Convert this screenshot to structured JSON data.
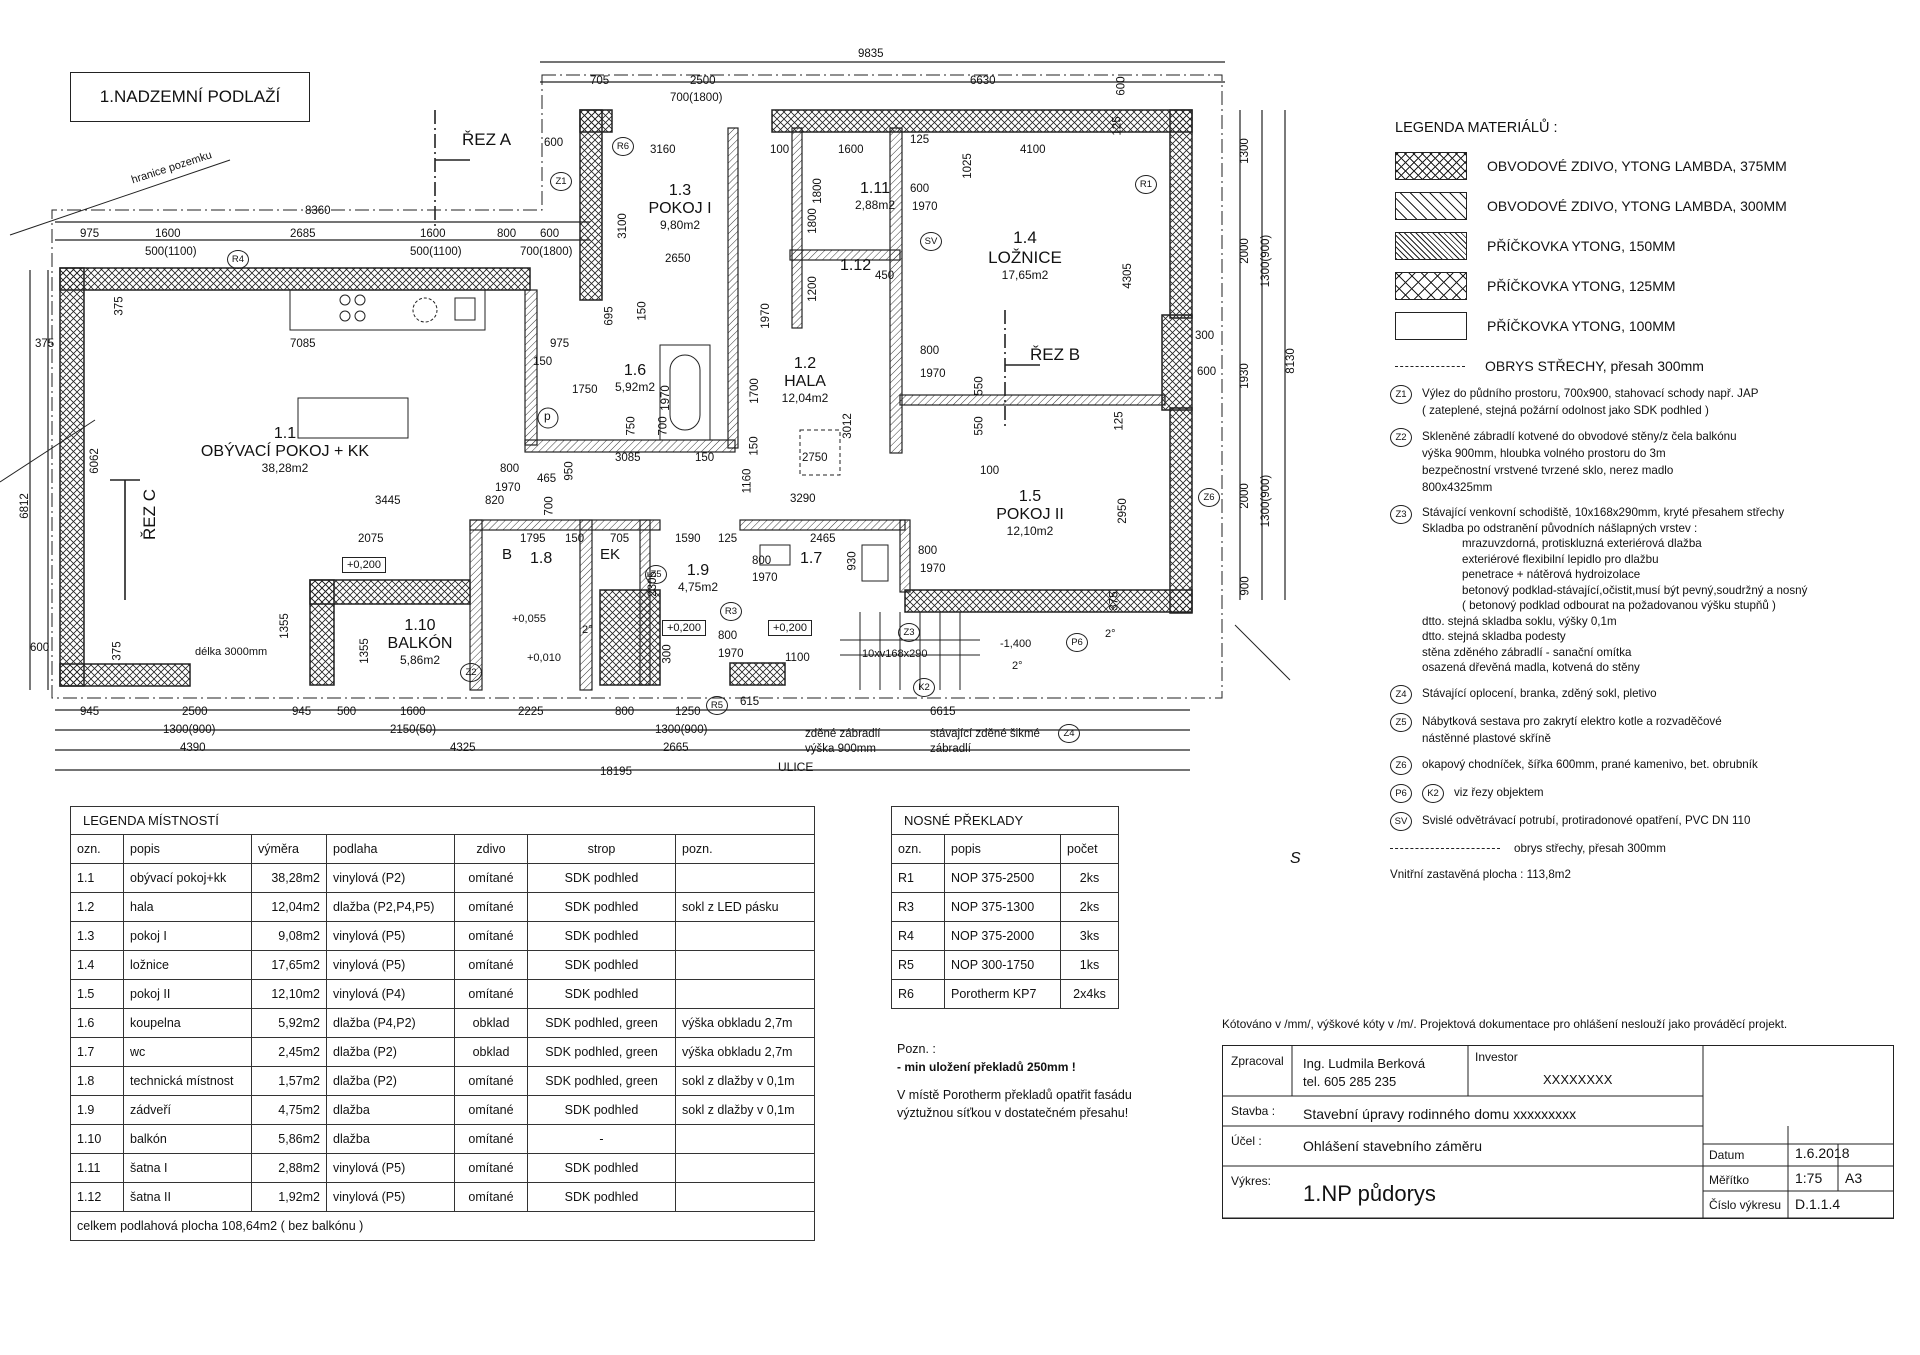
{
  "sheet_title": "1.NADZEMNÍ PODLAŽÍ",
  "plan": {
    "rooms": [
      {
        "num": "1.1",
        "name": "OBÝVACÍ POKOJ + KK",
        "area": "38,28m2"
      },
      {
        "num": "1.2",
        "name": "HALA",
        "area": "12,04m2"
      },
      {
        "num": "1.3",
        "name": "POKOJ I",
        "area": "9,80m2"
      },
      {
        "num": "1.4",
        "name": "LOŽNICE",
        "area": "17,65m2"
      },
      {
        "num": "1.5",
        "name": "POKOJ II",
        "area": "12,10m2"
      },
      {
        "num": "1.6",
        "name": "",
        "area": "5,92m2"
      },
      {
        "num": "1.7",
        "name": "",
        "area": ""
      },
      {
        "num": "1.8",
        "name": "",
        "area": ""
      },
      {
        "num": "1.9",
        "name": "",
        "area": "4,75m2"
      },
      {
        "num": "1.10",
        "name": "BALKÓN",
        "area": "5,86m2"
      },
      {
        "num": "1.11",
        "name": "",
        "area": "2,88m2"
      },
      {
        "num": "1.12",
        "name": "",
        "area": ""
      }
    ],
    "sections": {
      "a": "ŘEZ A",
      "b": "ŘEZ B",
      "c": "ŘEZ C"
    },
    "labels": {
      "hranice": "hranice pozemku",
      "ulice": "ULICE",
      "zabradli1": "zděné zábradlí",
      "zabradli1b": "výška 900mm",
      "zabradli2": "stávající zděné šikmé",
      "zabradli2b": "zábradlí",
      "stairs": "10xv168x290",
      "delka": "délka 3000mm",
      "lev_0200a": "+0,200",
      "lev_0200b": "+0,200",
      "lev_0200c": "+0,200",
      "lev_0055": "+0,055",
      "lev_0010": "+0,010",
      "lev_1400": "-1,400",
      "grade_a": "2°",
      "grade_b": "2°",
      "grade_c": "2°",
      "b": "B",
      "ek": "EK",
      "p": "p"
    },
    "dims_top": [
      "9835",
      "705",
      "2500",
      "6630",
      "700(1800)",
      "8360",
      "975",
      "1600",
      "2685",
      "1600",
      "800",
      "600",
      "500(1100)",
      "500(1100)",
      "700(1800)",
      "600",
      "3160",
      "100",
      "1600",
      "125",
      "4100",
      "3100",
      "2650",
      "1800",
      "600",
      "1970",
      "1025",
      "4305"
    ],
    "dims_bottom": [
      "945",
      "2500",
      "945",
      "500",
      "1600",
      "2225",
      "800",
      "1250",
      "615",
      "6615",
      "1300(900)",
      "2150(50)",
      "1300(900)",
      "4390",
      "4325",
      "2665",
      "18195"
    ],
    "dims_right": [
      "1300",
      "2000",
      "1300(900)",
      "1930",
      "8130",
      "2000",
      "1300(900)",
      "900",
      "300",
      "600"
    ],
    "dims_left": [
      "375",
      "6812",
      "6062",
      "600"
    ],
    "dims_inner": [
      "7085",
      "3445",
      "2075",
      "1795",
      "150",
      "705",
      "1590",
      "125",
      "2465",
      "3085",
      "150",
      "1750",
      "975",
      "3290",
      "2750",
      "3012",
      "1160",
      "800",
      "1970",
      "465",
      "820",
      "700",
      "1100",
      "1355",
      "1355",
      "2305",
      "300",
      "930",
      "950",
      "550",
      "550",
      "125",
      "800",
      "1970",
      "2950",
      "1200",
      "450",
      "695",
      "150",
      "1970",
      "150",
      "750",
      "700",
      "1970",
      "1700",
      "150",
      "800",
      "1970",
      "800",
      "1970",
      "800",
      "1970",
      "375",
      "375",
      "375",
      "125",
      "100",
      "600",
      "1800"
    ],
    "markers": [
      "Z1",
      "Z2",
      "Z3",
      "Z4",
      "Z5",
      "Z6",
      "R1",
      "R3",
      "R4",
      "R5",
      "R6",
      "P6",
      "K2",
      "SV"
    ]
  },
  "material_legend": {
    "title": "LEGENDA MATERIÁLŮ :",
    "items": [
      "OBVODOVÉ ZDIVO, YTONG LAMBDA, 375MM",
      "OBVODOVÉ ZDIVO, YTONG LAMBDA, 300MM",
      "PŘÍČKOVKA YTONG, 150MM",
      "PŘÍČKOVKA YTONG, 125MM",
      "PŘÍČKOVKA YTONG, 100MM",
      "OBRYS STŘECHY, přesah 300mm"
    ]
  },
  "notes": [
    {
      "tag": "Z1",
      "lines": [
        "Výlez do půdního prostoru, 700x900, stahovací schody např. JAP",
        "( zateplené, stejná požární odolnost jako SDK podhled )"
      ]
    },
    {
      "tag": "Z2",
      "lines": [
        "Skleněné zábradlí kotvené do obvodové stěny/z čela balkónu",
        "výška 900mm, hloubka volného prostoru do 3m",
        "bezpečnostní vrstvené tvrzené sklo, nerez madlo",
        "800x4325mm"
      ]
    },
    {
      "tag": "Z3",
      "lines": [
        "Stávající venkovní schodiště, 10x168x290mm, kryté přesahem střechy",
        "Skladba po odstranění původních nášlapných vrstev :",
        "mrazuvzdorná, protiskluzná exteriérová dlažba",
        "exteriérové flexibilní lepidlo pro dlažbu",
        "penetrace + nátěrová hydroizolace",
        "betonový podklad-stávající,očistit,musí být pevný,soudržný a nosný",
        "( betonový podklad odbourat na požadovanou výšku stupňů )",
        "dtto. stejná skladba soklu, výšky 0,1m",
        "dtto. stejná skladba podesty",
        "stěna zděného zábradlí - sanační omítka",
        "osazená dřevěná madla, kotvená do stěny"
      ]
    },
    {
      "tag": "Z4",
      "lines": [
        "Stávající oplocení, branka, zděný sokl, pletivo"
      ]
    },
    {
      "tag": "Z5",
      "lines": [
        "Nábytková sestava pro zakrytí elektro kotle a rozvaděčové",
        "nástěnné plastové skříně"
      ]
    },
    {
      "tag": "Z6",
      "lines": [
        "okapový chodníček, šířka 600mm, prané kamenivo, bet. obrubník"
      ]
    },
    {
      "tag": "P6",
      "tag2": "K2",
      "lines": [
        "viz řezy objektem"
      ]
    },
    {
      "tag": "SV",
      "lines": [
        "Svislé odvětrávací potrubí, protiradonové opatření, PVC DN 110"
      ]
    },
    {
      "tag": "",
      "lines": [
        "obrys střechy, přesah 300mm"
      ]
    },
    {
      "tag": "",
      "lines": [
        "Vnitřní zastavěná plocha : 113,8m2"
      ]
    }
  ],
  "room_table": {
    "caption": "LEGENDA MÍSTNOSTÍ",
    "headers": [
      "ozn.",
      "popis",
      "výměra",
      "podlaha",
      "zdivo",
      "strop",
      "pozn."
    ],
    "rows": [
      [
        "1.1",
        "obývací pokoj+kk",
        "38,28m2",
        "vinylová (P2)",
        "omítané",
        "SDK podhled",
        ""
      ],
      [
        "1.2",
        "hala",
        "12,04m2",
        "dlažba (P2,P4,P5)",
        "omítané",
        "SDK podhled",
        "sokl z LED pásku"
      ],
      [
        "1.3",
        "pokoj I",
        "9,08m2",
        "vinylová (P5)",
        "omítané",
        "SDK podhled",
        ""
      ],
      [
        "1.4",
        "ložnice",
        "17,65m2",
        "vinylová (P5)",
        "omítané",
        "SDK podhled",
        ""
      ],
      [
        "1.5",
        "pokoj II",
        "12,10m2",
        "vinylová (P4)",
        "omítané",
        "SDK podhled",
        ""
      ],
      [
        "1.6",
        "koupelna",
        "5,92m2",
        "dlažba  (P4,P2)",
        "obklad",
        "SDK podhled, green",
        "výška obkladu 2,7m"
      ],
      [
        "1.7",
        "wc",
        "2,45m2",
        "dlažba (P2)",
        "obklad",
        "SDK podhled, green",
        "výška obkladu 2,7m"
      ],
      [
        "1.8",
        "technická místnost",
        "1,57m2",
        "dlažba (P2)",
        "omítané",
        "SDK podhled, green",
        "sokl z dlažby v 0,1m"
      ],
      [
        "1.9",
        "zádveří",
        "4,75m2",
        "dlažba",
        "omítané",
        "SDK podhled",
        "sokl z dlažby v 0,1m"
      ],
      [
        "1.10",
        "balkón",
        "5,86m2",
        "dlažba",
        "omítané",
        "-",
        ""
      ],
      [
        "1.11",
        "šatna   I",
        "2,88m2",
        "vinylová (P5)",
        "omítané",
        "SDK podhled",
        ""
      ],
      [
        "1.12",
        "šatna   II",
        "1,92m2",
        "vinylová (P5)",
        "omítané",
        "SDK podhled",
        ""
      ]
    ],
    "footer": "celkem podlahová plocha      108,64m2 ( bez balkónu )"
  },
  "beam_table": {
    "caption": "NOSNÉ PŘEKLADY",
    "headers": [
      "ozn.",
      "popis",
      "počet"
    ],
    "rows": [
      [
        "R1",
        "NOP 375-2500",
        "2ks"
      ],
      [
        "R3",
        "NOP 375-1300",
        "2ks"
      ],
      [
        "R4",
        "NOP 375-2000",
        "3ks"
      ],
      [
        "R5",
        "NOP 300-1750",
        "1ks"
      ],
      [
        "R6",
        "Porotherm KP7",
        "2x4ks"
      ]
    ]
  },
  "pozn": {
    "title": "Pozn. :",
    "l1": "- min uložení překladů 250mm !",
    "l2": "V místě Porotherm překladů opatřit fasádu",
    "l3": "výztužnou síťkou v dostatečném přesahu!"
  },
  "kotovani": "Kótováno v /mm/, výškové kóty v /m/. Projektová dokumentace pro ohlášení neslouží jako prováděcí projekt.",
  "compass": "S",
  "title_block": {
    "zpracoval_label": "Zpracoval",
    "zpracoval": "Ing. Ludmila Berková",
    "tel": "tel. 605 285 235",
    "investor_label": "Investor",
    "investor": "XXXXXXXX",
    "stavba_label": "Stavba :",
    "stavba": "Stavební úpravy rodinného domu xxxxxxxxx",
    "ucel_label": "Účel :",
    "ucel": "Ohlášení stavebního záměru",
    "vykres_label": "Výkres:",
    "vykres": "1.NP půdorys",
    "datum_label": "Datum",
    "datum": "1.6.2018",
    "meritko_label": "Měřítko",
    "meritko": "1:75",
    "format": "A3",
    "cislo_label": "Číslo výkresu",
    "cislo": "D.1.1.4"
  }
}
